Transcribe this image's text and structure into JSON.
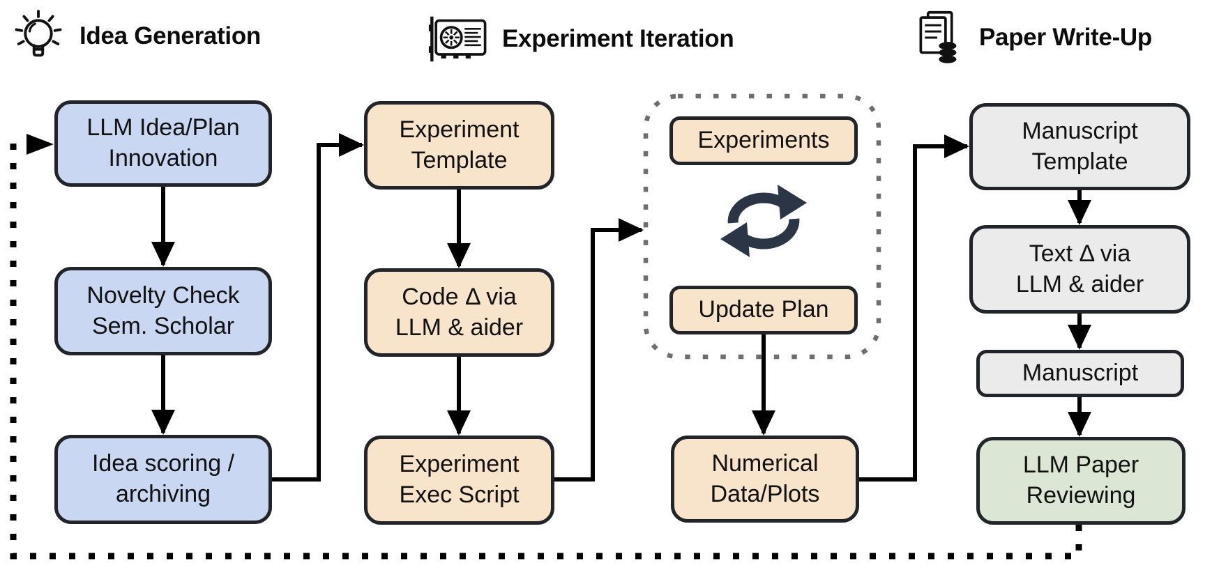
{
  "headers": [
    {
      "label": "Idea Generation",
      "icon": "lightbulb-icon"
    },
    {
      "label": "Experiment Iteration",
      "icon": "gpu-icon"
    },
    {
      "label": "Paper Write-Up",
      "icon": "paper-database-icon"
    }
  ],
  "boxes": {
    "llm_idea_plan": "LLM Idea/Plan\nInnovation",
    "novelty_check": "Novelty Check\nSem. Scholar",
    "idea_scoring": "Idea scoring /\narchiving",
    "experiment_template": "Experiment\nTemplate",
    "code_delta": "Code Δ via\nLLM & aider",
    "experiment_exec": "Experiment\nExec Script",
    "experiments": "Experiments",
    "update_plan": "Update Plan",
    "numerical_data": "Numerical\nData/Plots",
    "manuscript_template": "Manuscript\nTemplate",
    "text_delta": "Text Δ via\nLLM & aider",
    "manuscript": "Manuscript",
    "llm_paper_reviewing": "LLM Paper\nReviewing"
  },
  "colors": {
    "idea_box_fill": "#c9d7f2",
    "experiment_box_fill": "#f8e4cb",
    "writeup_box_fill": "#ebebeb",
    "review_box_fill": "#dbe7d4",
    "box_border": "#212429",
    "loop_icon": "#2c3545",
    "dotted_container": "#6e6e6e",
    "connector": "#000000"
  }
}
